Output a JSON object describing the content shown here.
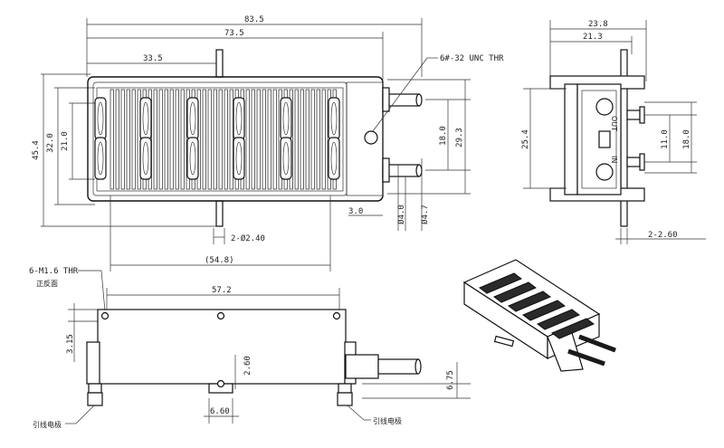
{
  "title": "",
  "top_view": {
    "dims": {
      "overall_length": "83.5",
      "body_length": "73.5",
      "half_length": "33.5",
      "height_overall": "45.4",
      "height_inner": "32.0",
      "height_core": "21.0",
      "port_offset": "18.0",
      "port_span": "29.3",
      "port_dia_in": "Ø4.0",
      "port_dia_out": "Ø4.7",
      "edge_gap": "3.0",
      "mount_holes": "2-Ø2.40",
      "hole_span": "(54.8)"
    },
    "callout": "6#-32 UNC THR"
  },
  "side_view": {
    "dims": {
      "width_overall": "23.8",
      "width_inner": "21.3",
      "height_body": "25.4",
      "port_gap": "11.0",
      "port_span": "18.0",
      "pin_dia": "2-2.60"
    },
    "labels": {
      "out": "OUT",
      "in": "IN"
    }
  },
  "front_view": {
    "dims": {
      "length": "57.2",
      "edge_height": "3.15",
      "pin_height": "2.60",
      "base_height": "6.75",
      "pin_width": "6.60"
    },
    "callout": "6-M1.6 THR",
    "callout_note": "正反面",
    "lead_left": "引线电极",
    "lead_right": "引线电极"
  }
}
